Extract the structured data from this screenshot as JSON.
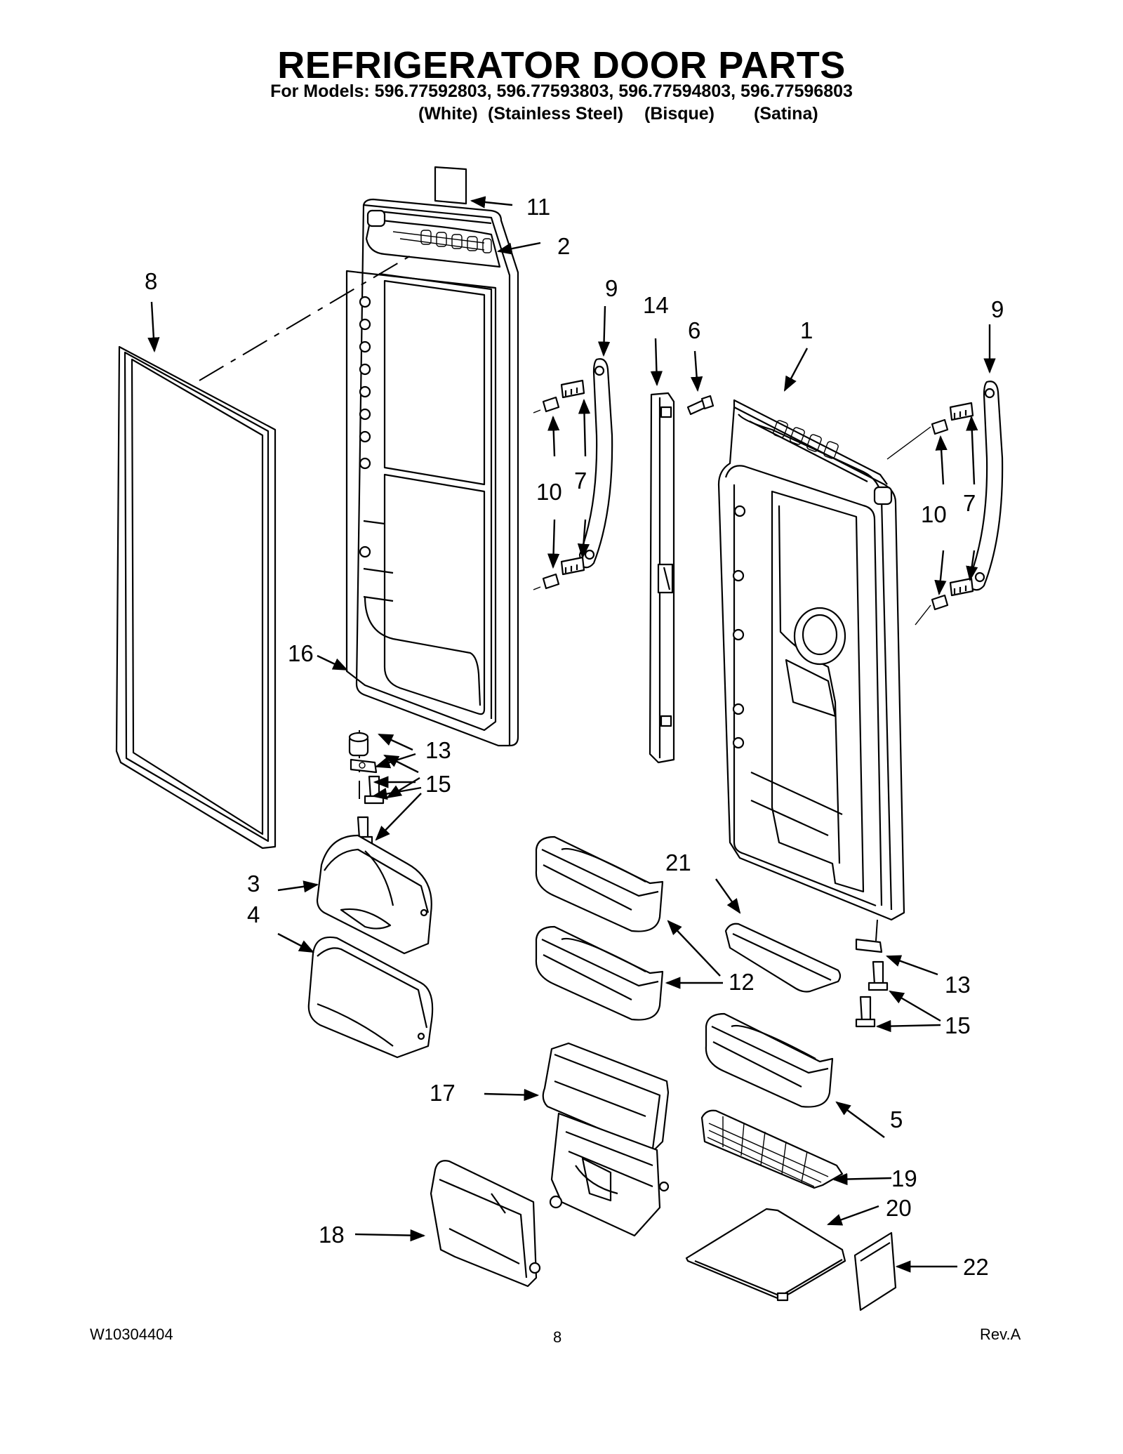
{
  "header": {
    "title": "REFRIGERATOR DOOR PARTS",
    "models": "For Models: 596.77592803, 596.77593803, 596.77594803, 596.77596803",
    "finishes": [
      "(White)",
      "(Stainless Steel)",
      "(Bisque)",
      "(Satina)"
    ]
  },
  "callouts": {
    "c1": "1",
    "c2": "2",
    "c3": "3",
    "c4": "4",
    "c5": "5",
    "c6": "6",
    "c7a": "7",
    "c7b": "7",
    "c8": "8",
    "c9a": "9",
    "c9b": "9",
    "c10a": "10",
    "c10b": "10",
    "c11": "11",
    "c12": "12",
    "c13a": "13",
    "c13b": "13",
    "c14": "14",
    "c15a": "15",
    "c15b": "15",
    "c16": "16",
    "c17": "17",
    "c18": "18",
    "c19": "19",
    "c20": "20",
    "c21": "21",
    "c22": "22"
  },
  "footer": {
    "doc_number": "W10304404",
    "page_number": "8",
    "revision": "Rev.A"
  }
}
